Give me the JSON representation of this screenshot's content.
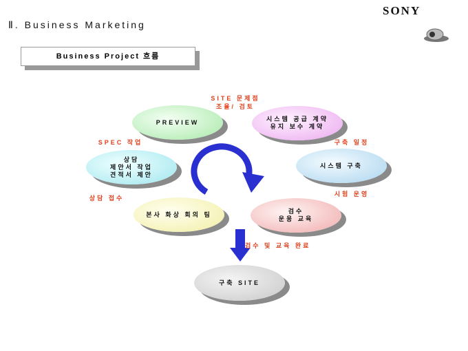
{
  "header": {
    "title": "Ⅱ. Business Marketing",
    "logo": "SONY",
    "subtitle": "Business Project 흐름"
  },
  "nodes": {
    "preview": "PREVIEW",
    "contract": "시스템 공급 계약\n유지 보수 계약",
    "consult": "상담\n제안서 작업\n견적서 제안",
    "build": "시스템 구축",
    "hq": "본사 화상 회의 팀",
    "inspect": "검수\n운용 교육",
    "site": "구축 SITE"
  },
  "labels": {
    "site_issue": "SITE 문제점\n조율/ 검토",
    "spec": "SPEC 작업",
    "schedule": "구축 일정",
    "intake": "상담 접수",
    "trial": "시험 운영",
    "done": "검수 및 교육 완료"
  },
  "colors": {
    "arrow": "#2a2fd0",
    "label": "#e0401c"
  }
}
